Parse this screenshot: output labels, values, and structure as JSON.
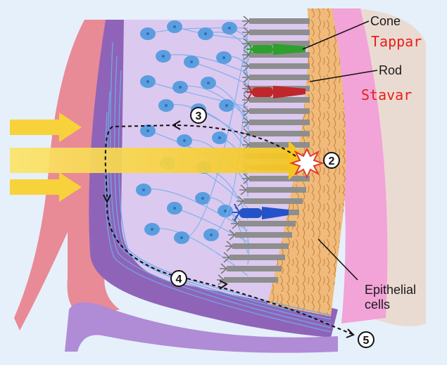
{
  "labels": {
    "cone": "Cone",
    "cone_translation": "Tappar",
    "rod": "Rod",
    "rod_translation": "Stavar",
    "epithelial_line1": "Epithelial",
    "epithelial_line2": "cells"
  },
  "steps": {
    "step2": "2",
    "step3": "3",
    "step4": "4",
    "step5": "5"
  },
  "colors": {
    "background": "#e6f0fb",
    "light_arrow": "#f7d23a",
    "outer_layer": "#e98a97",
    "nerve_layer": "#8f64b8",
    "inner_field": "#dcc9f0",
    "neuron": "#5b9ee0",
    "photoreceptor": "#8e8e8e",
    "cone_green": "#2ea02e",
    "cone_red": "#c0262b",
    "cone_blue": "#2453c8",
    "epithelial": "#f0bb7a",
    "pink_membrane": "#f2a3d8",
    "choroid": "#eadbd2",
    "translation_text": "#e8201a"
  }
}
